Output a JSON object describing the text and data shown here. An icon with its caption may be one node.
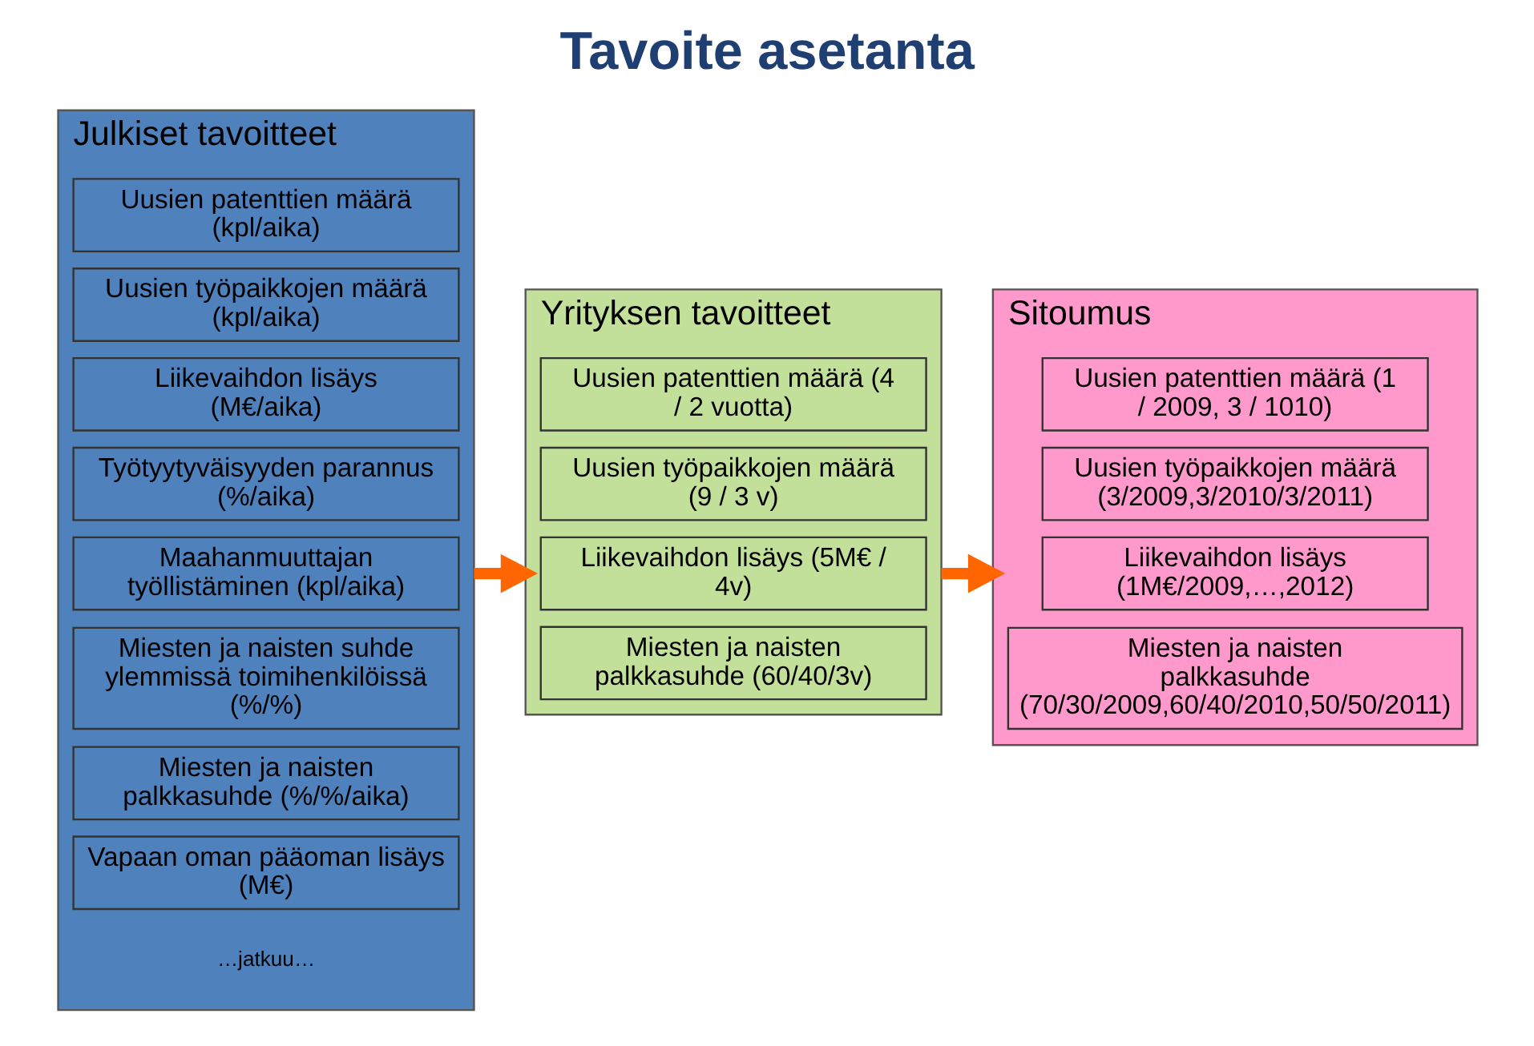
{
  "diagram": {
    "title": "Tavoite asetanta",
    "nodes": [
      {
        "text": [
          "Julkiset tavoitteet",
          "…jatkuu…"
        ]
      },
      {
        "text": [
          "Uusien patenttien määrä (kpl/aika)"
        ],
        "in": 0
      },
      {
        "text": [
          "Uusien työpaikkojen määrä (kpl/aika)"
        ],
        "in": 0
      },
      {
        "text": [
          "Liikevaihdon lisäys (M€/aika)"
        ],
        "in": 0
      },
      {
        "text": [
          "Työtyytyväisyyden parannus (%/aika)"
        ],
        "in": 0
      },
      {
        "text": [
          "Maahanmuuttajan työllistäminen (kpl/aika)"
        ],
        "in": 0
      },
      {
        "text": [
          "Miesten ja naisten suhde ylemmissä toimihenkilöissä (%/%)"
        ],
        "in": 0
      },
      {
        "text": [
          "Miesten ja naisten palkkasuhde (%/%/aika)"
        ],
        "in": 0
      },
      {
        "text": [
          "Vapaan oman pääoman lisäys (M€)"
        ],
        "in": 0
      },
      {
        "text": [
          "Yrityksen tavoitteet"
        ]
      },
      {
        "text": [
          "Uusien patenttien määrä (4 / 2 vuotta)"
        ],
        "in": 9
      },
      {
        "text": [
          "Uusien työpaikkojen määrä (9 / 3 v)"
        ],
        "in": 9
      },
      {
        "text": [
          "Liikevaihdon lisäys (5M€ / 4v)"
        ],
        "in": 9
      },
      {
        "text": [
          "Miesten ja naisten palkkasuhde (60/40/3v)"
        ],
        "in": 9
      },
      {
        "text": [
          "Sitoumus"
        ]
      },
      {
        "text": [
          "Uusien patenttien määrä (1 / 2009, 3 / 1010)"
        ],
        "in": 14
      },
      {
        "text": [
          "Uusien työpaikkojen määrä (3/2009,3/2010/3/2011)"
        ],
        "in": 14
      },
      {
        "text": [
          "Liikevaihdon lisäys (1M€/2009,…,2012)"
        ],
        "in": 14
      },
      {
        "text": [
          "Miesten ja naisten palkkasuhde",
          "(70/30/2009,60/40/2010,50/50/2011)"
        ],
        "in": 14
      }
    ],
    "edges": [
      {
        "from": 0,
        "to": 9,
        "arrow": "to"
      },
      {
        "from": 9,
        "to": 14,
        "arrow": "to"
      }
    ]
  }
}
